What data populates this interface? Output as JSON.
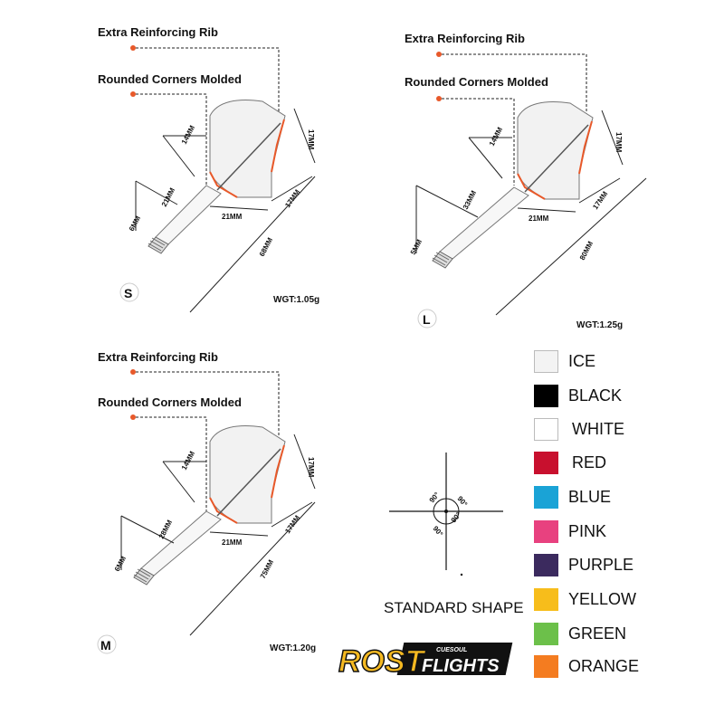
{
  "diagrams": {
    "small": {
      "callout_rib": "Extra Reinforcing Rib",
      "callout_corners": "Rounded Corners Molded",
      "dim_flight_upper": "14MM",
      "dim_flight_height": "17MM",
      "dim_flight_width": "21MM",
      "dim_flight_tail": "17MM",
      "dim_shaft": "21MM",
      "dim_tip": "6MM",
      "dim_total": "68MM",
      "size_letter": "S",
      "weight": "WGT:1.05g"
    },
    "large": {
      "callout_rib": "Extra Reinforcing Rib",
      "callout_corners": "Rounded Corners Molded",
      "dim_flight_upper": "14MM",
      "dim_flight_height": "17MM",
      "dim_flight_width": "21MM",
      "dim_flight_tail": "17MM",
      "dim_shaft": "33MM",
      "dim_tip": "5MM",
      "dim_total": "80MM",
      "size_letter": "L",
      "weight": "WGT:1.25g"
    },
    "medium": {
      "callout_rib": "Extra Reinforcing Rib",
      "callout_corners": "Rounded Corners Molded",
      "dim_flight_upper": "14MM",
      "dim_flight_height": "17MM",
      "dim_flight_width": "21MM",
      "dim_flight_tail": "17MM",
      "dim_shaft": "28MM",
      "dim_tip": "6MM",
      "dim_total": "75MM",
      "size_letter": "M",
      "weight": "WGT:1.20g"
    }
  },
  "angle_diagram": {
    "angles": [
      "90°",
      "90°",
      "90°",
      "90°"
    ],
    "caption": "STANDARD SHAPE"
  },
  "colors": [
    {
      "name": "ICE",
      "hex": "#f3f3f3"
    },
    {
      "name": "BLACK",
      "hex": "#000000"
    },
    {
      "name": "WHITE",
      "hex": "#ffffff"
    },
    {
      "name": "RED",
      "hex": "#c8102e"
    },
    {
      "name": "BLUE",
      "hex": "#1aa3d6"
    },
    {
      "name": "PINK",
      "hex": "#e8417f"
    },
    {
      "name": "PURPLE",
      "hex": "#3b2a5e"
    },
    {
      "name": "YELLOW",
      "hex": "#f7bd1b"
    },
    {
      "name": "GREEN",
      "hex": "#6cc04a"
    },
    {
      "name": "ORANGE",
      "hex": "#f47c20"
    }
  ],
  "logo": {
    "brand": "ROST",
    "sub_brand": "CUESOUL",
    "product": "FLIGHTS",
    "brand_color": "#f5b921"
  },
  "accent_color": "#e8592a"
}
